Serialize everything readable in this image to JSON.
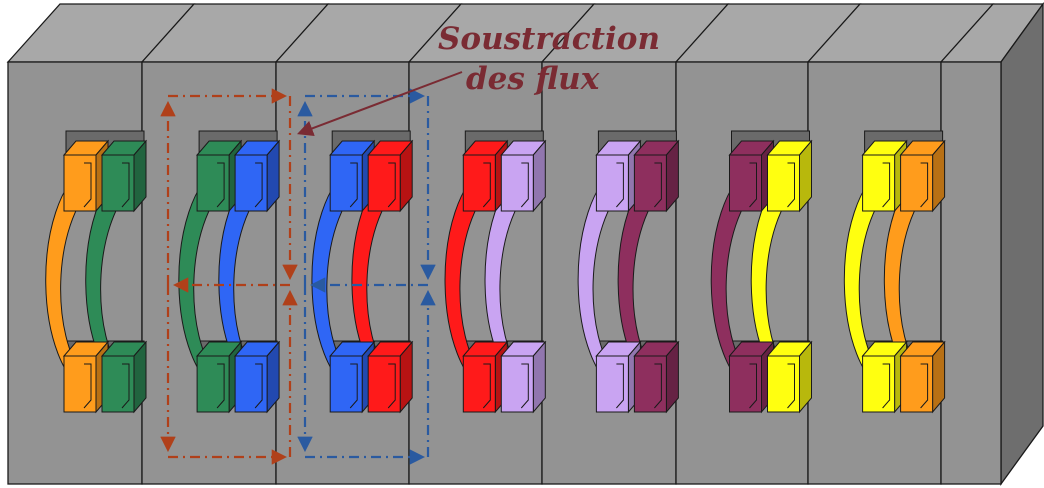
{
  "caption": {
    "line1": "Soustraction",
    "line2": "des flux",
    "color": "#7a2b33"
  },
  "colors": {
    "block_front": "#939393",
    "block_top": "#a8a8a8",
    "block_side": "#6e6e6e",
    "edge": "#1a1a1a",
    "slot": "#6a6a6a",
    "orange": "#ff9c1c",
    "green": "#2e8b57",
    "blue": "#2f66f5",
    "red": "#ff1a1a",
    "lilac": "#c9a4f2",
    "plum": "#8e2f5e",
    "yellow": "#ffff10",
    "flux_orange": "#b0401a",
    "flux_blue": "#2a5aa0"
  },
  "modules": [
    {
      "name": "module-1",
      "left": "orange",
      "right": "green"
    },
    {
      "name": "module-2",
      "left": "green",
      "right": "blue"
    },
    {
      "name": "module-3",
      "left": "blue",
      "right": "red"
    },
    {
      "name": "module-4",
      "left": "red",
      "right": "lilac"
    },
    {
      "name": "module-5",
      "left": "lilac",
      "right": "plum"
    },
    {
      "name": "module-6",
      "left": "plum",
      "right": "yellow"
    },
    {
      "name": "module-7",
      "left": "yellow",
      "right": "orange"
    }
  ],
  "flux_loops": [
    {
      "name": "flux-loop-orange",
      "color": "flux_orange"
    },
    {
      "name": "flux-loop-blue",
      "color": "flux_blue"
    }
  ]
}
